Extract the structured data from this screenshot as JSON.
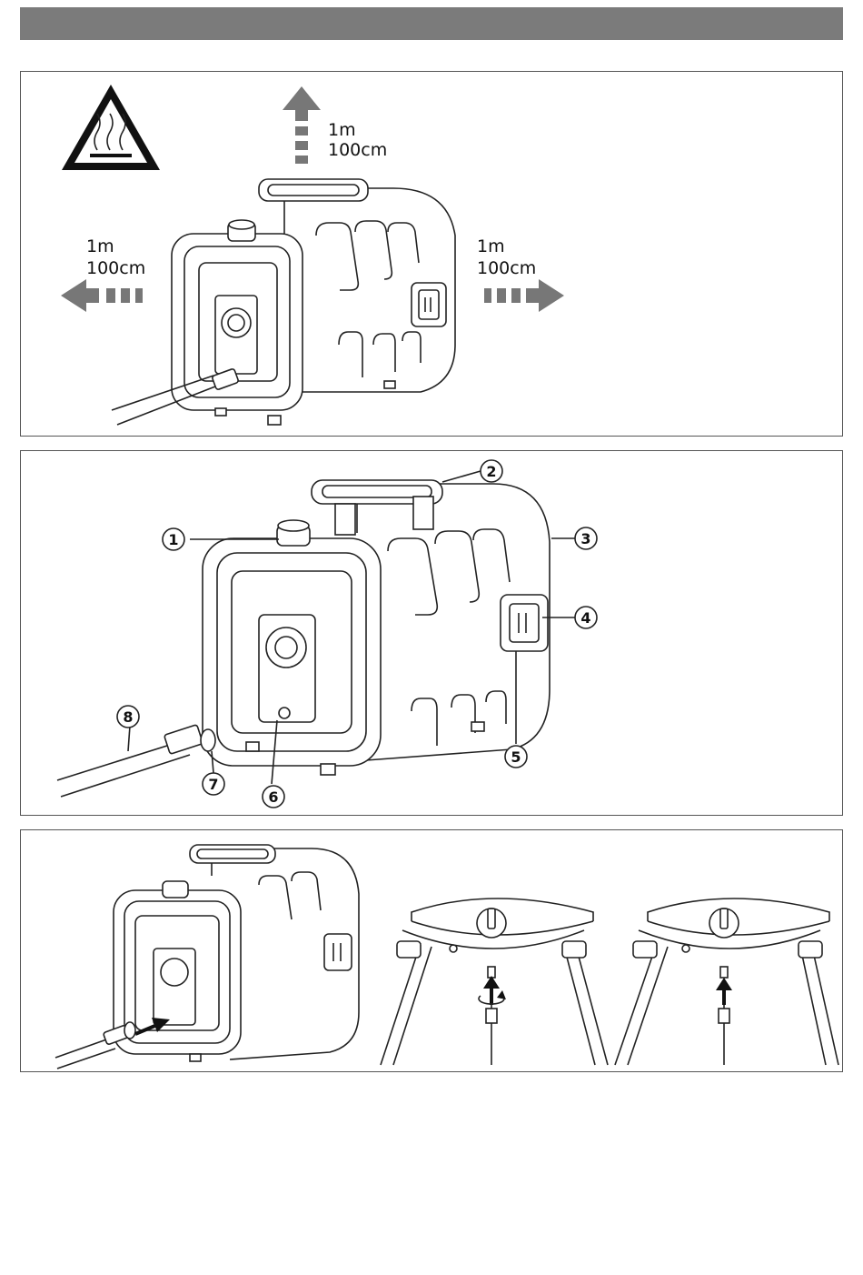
{
  "header": {
    "bar_color": "#7b7b7b"
  },
  "panel1": {
    "top_distance": {
      "line1": "1m",
      "line2": "100cm"
    },
    "left_distance": {
      "line1": "1m",
      "line2": "100cm"
    },
    "right_distance": {
      "line1": "1m",
      "line2": "100cm"
    },
    "warning_icon": "hot-surface-warning-icon",
    "arrow_color": "#777777"
  },
  "panel2": {
    "callouts": [
      "1",
      "2",
      "3",
      "4",
      "5",
      "6",
      "7",
      "8"
    ]
  },
  "panel3": {
    "arrow_color": "#111111"
  }
}
